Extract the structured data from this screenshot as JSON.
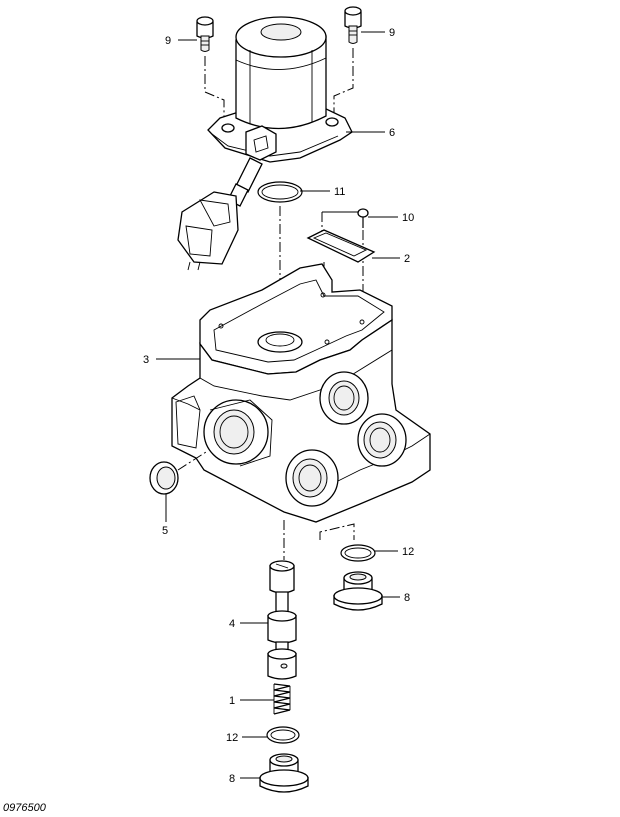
{
  "callouts": [
    {
      "label": "9"
    },
    {
      "label": "9"
    },
    {
      "label": "6"
    },
    {
      "label": "11"
    },
    {
      "label": "10"
    },
    {
      "label": "2"
    },
    {
      "label": "3"
    },
    {
      "label": "5"
    },
    {
      "label": "12"
    },
    {
      "label": "8"
    },
    {
      "label": "4"
    },
    {
      "label": "1"
    },
    {
      "label": "12"
    },
    {
      "label": "8"
    }
  ],
  "drawing_id": "0976500"
}
